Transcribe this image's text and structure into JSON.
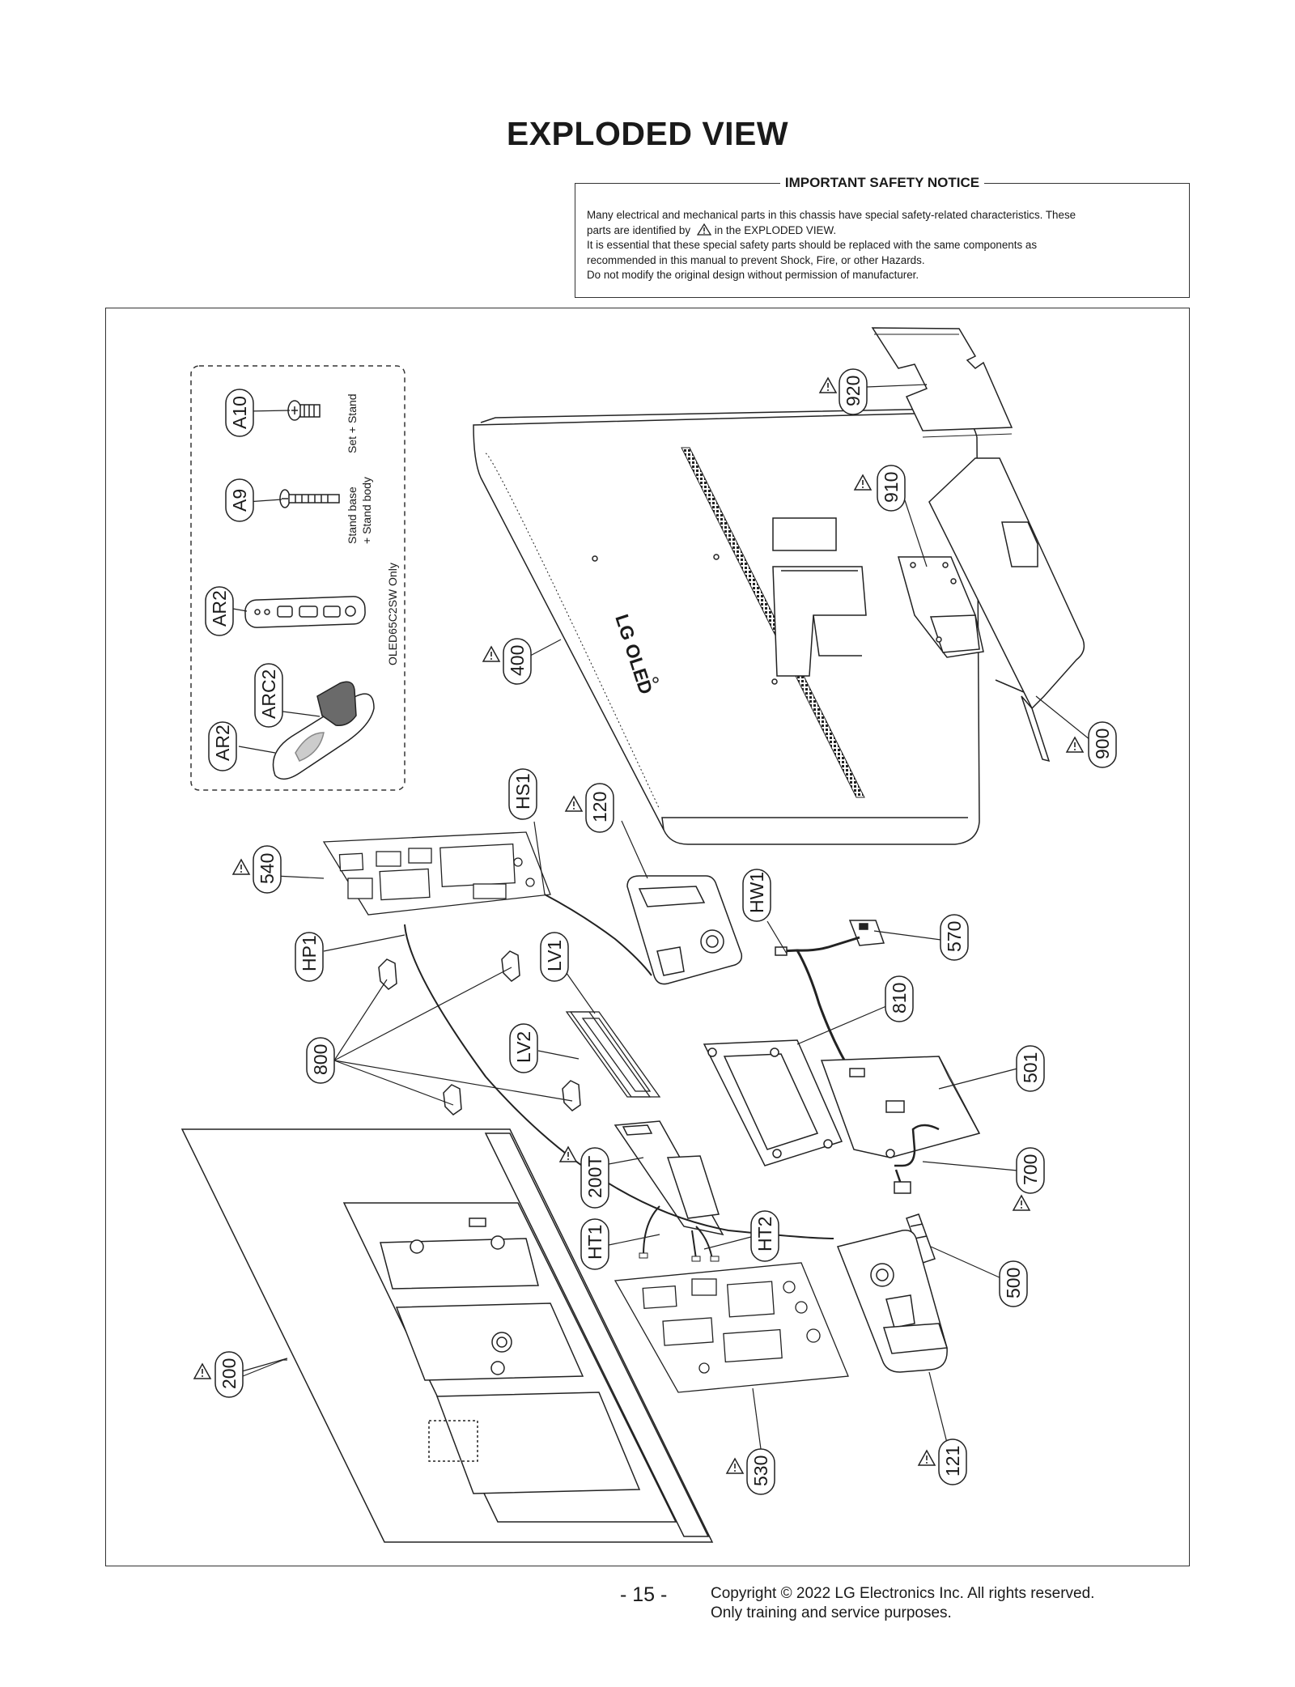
{
  "page": {
    "title": "EXPLODED VIEW",
    "page_number": "- 15 -",
    "copyright_line1": "Copyright © 2022 LG Electronics Inc. All rights reserved.",
    "copyright_line2": "Only training and service purposes."
  },
  "safety_notice": {
    "title": "IMPORTANT SAFETY NOTICE",
    "line1": "Many electrical and mechanical parts in this chassis have special safety-related characteristics. These",
    "line2a": "parts are identified by",
    "line2b": "in the EXPLODED VIEW.",
    "line3": "It is essential that these special safety parts should be replaced with the same components as",
    "line4": "recommended in this manual to prevent Shock, Fire, or other Hazards.",
    "line5": "Do not modify the original design without permission of manufacturer."
  },
  "accessories": {
    "note": "OLED65C2SW Only",
    "a9_note_line1": "Stand base",
    "a9_note_line2": "+ Stand body",
    "a10_note": "Set + Stand"
  },
  "logo_text": "LG OLED",
  "callouts": {
    "c920": "920",
    "c910": "910",
    "c900": "900",
    "c400": "400",
    "c120": "120",
    "cHS1": "HS1",
    "c540": "540",
    "cHP1": "HP1",
    "cLV1": "LV1",
    "cLV2": "LV2",
    "c800": "800",
    "cHW1": "HW1",
    "c570": "570",
    "c810": "810",
    "c501": "501",
    "c700": "700",
    "c200T": "200T",
    "cHT1": "HT1",
    "cHT2": "HT2",
    "c500": "500",
    "c200": "200",
    "c530": "530",
    "c121": "121",
    "cA10": "A10",
    "cA9": "A9",
    "cAR2a": "AR2",
    "cARC2": "ARC2",
    "cAR2b": "AR2"
  }
}
